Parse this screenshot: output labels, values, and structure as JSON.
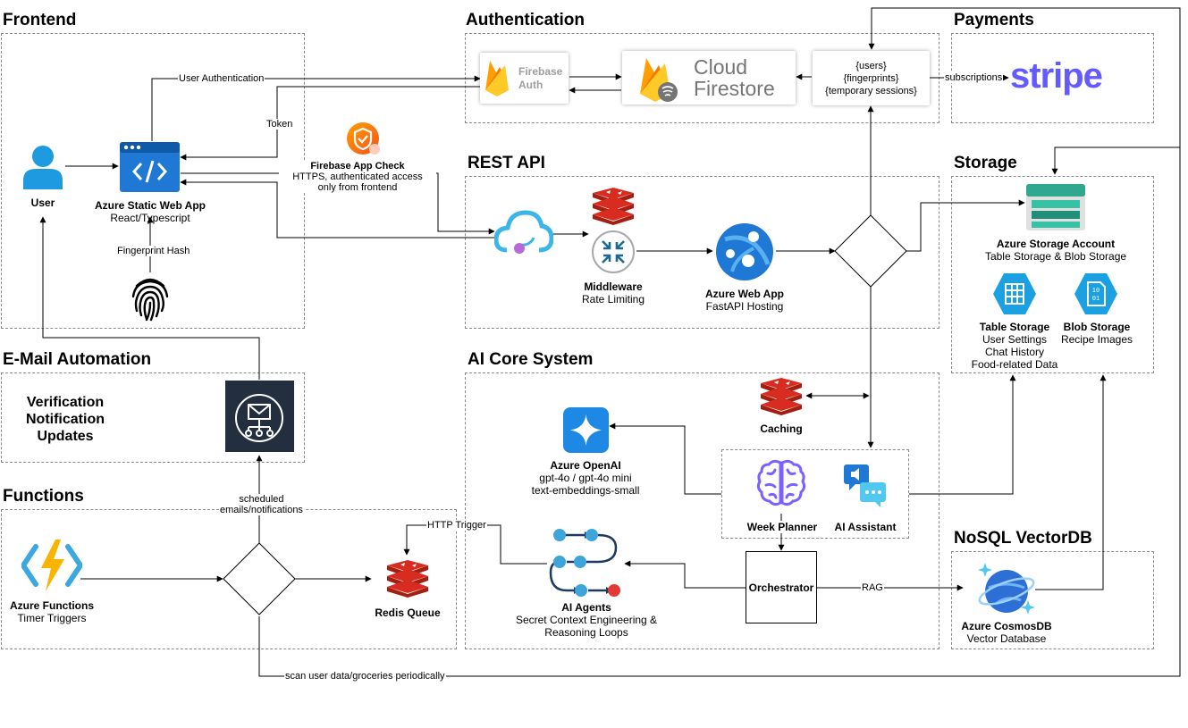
{
  "groups": {
    "frontend": "Frontend",
    "authentication": "Authentication",
    "payments": "Payments",
    "rest_api": "REST API",
    "storage": "Storage",
    "email_automation": "E-Mail Automation",
    "ai_core": "AI Core System",
    "functions": "Functions",
    "nosql": "NoSQL VectorDB"
  },
  "nodes": {
    "user": "User",
    "static_web_app": {
      "title": "Azure Static Web App",
      "subtitle": "React/Typescript"
    },
    "fingerprint_label": "Fingerprint Hash",
    "firebase_auth": {
      "line1": "Firebase",
      "line2": "Auth"
    },
    "cloud_firestore": {
      "line1": "Cloud",
      "line2": "Firestore"
    },
    "firestore_collections": [
      "{users}",
      "{fingerprints}",
      "{temporary sessions}"
    ],
    "stripe": "stripe",
    "app_check": {
      "title": "Firebase App Check",
      "line2": "HTTPS, authenticated access",
      "line3": "only from frontend"
    },
    "middleware": {
      "title": "Middleware",
      "subtitle": "Rate Limiting"
    },
    "web_app": {
      "title": "Azure Web App",
      "subtitle": "FastAPI Hosting"
    },
    "storage_account": {
      "title": "Azure Storage Account",
      "subtitle": "Table Storage & Blob Storage"
    },
    "table_storage": {
      "title": "Table Storage",
      "lines": [
        "User Settings",
        "Chat History",
        "Food-related Data"
      ]
    },
    "blob_storage": {
      "title": "Blob Storage",
      "lines": [
        "Recipe Images"
      ]
    },
    "email_text": [
      "Verification",
      "Notification",
      "Updates"
    ],
    "caching": "Caching",
    "openai": {
      "title": "Azure OpenAI",
      "lines": [
        "gpt-4o / gpt-4o mini",
        "text-embeddings-small"
      ]
    },
    "week_planner": "Week Planner",
    "ai_assistant": "AI Assistant",
    "ai_agents": {
      "title": "AI Agents",
      "lines": [
        "Secret Context Engineering &",
        "Reasoning Loops"
      ]
    },
    "orchestrator": "Orchestrator",
    "azure_functions": {
      "title": "Azure Functions",
      "subtitle": "Timer Triggers"
    },
    "redis_queue": "Redis Queue",
    "cosmosdb": {
      "title": "Azure CosmosDB",
      "subtitle": "Vector Database"
    }
  },
  "edges": {
    "user_authentication": "User Authentication",
    "token": "Token",
    "subscriptions": "subscriptions",
    "scheduled": [
      "scheduled",
      "emails/notifications"
    ],
    "http_trigger": "HTTP Trigger",
    "rag": "RAG",
    "scan": "scan user data/groceries periodically"
  },
  "colors": {
    "azure_blue": "#1E78D4",
    "firebase_orange": "#F6820C",
    "redis_red": "#C6302B",
    "stripe_purple": "#635BFF",
    "storage_teal": "#2FA88F",
    "cosmos_blue": "#2E6FD6",
    "openai_blue": "#1E88E5",
    "dark_navy": "#232F3E"
  }
}
